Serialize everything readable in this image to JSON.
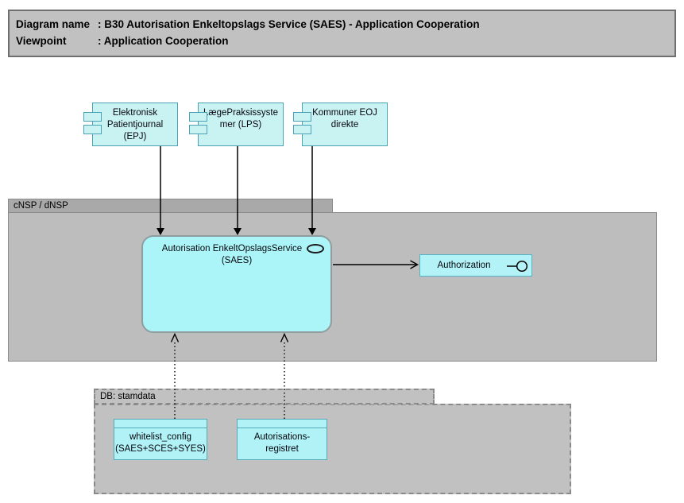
{
  "title_block": {
    "rows": [
      {
        "label": "Diagram name",
        "value": ": B30 Autorisation Enkeltopslags Service (SAES) - Application Cooperation"
      },
      {
        "label": "Viewpoint",
        "value": ": Application Cooperation"
      }
    ]
  },
  "groups": {
    "cnsp": {
      "label": "cNSP / dNSP"
    },
    "db": {
      "label": "DB: stamdata"
    }
  },
  "components": [
    {
      "id": "epj",
      "lines": [
        "Elektronisk",
        "Patientjournal",
        "(EPJ)"
      ]
    },
    {
      "id": "lps",
      "lines": [
        "LægePraksissyste",
        "mer (LPS)"
      ]
    },
    {
      "id": "kommuner-eoj",
      "lines": [
        "Kommuner EOJ",
        "direkte"
      ]
    }
  ],
  "service": {
    "lines": [
      "Autorisation EnkeltOpslagsService",
      "(SAES)"
    ]
  },
  "interface": {
    "label": "Authorization"
  },
  "data_objects": [
    {
      "lines": [
        "whitelist_config",
        "(SAES+SCES+SYES)"
      ]
    },
    {
      "lines": [
        "Autorisations-",
        "registret"
      ]
    }
  ],
  "connections": [
    {
      "from": "Elektronisk Patientjournal (EPJ)",
      "to": "Autorisation EnkeltOpslagsService (SAES)",
      "style": "solid-filled-arrow"
    },
    {
      "from": "LægePraksissystemer (LPS)",
      "to": "Autorisation EnkeltOpslagsService (SAES)",
      "style": "solid-filled-arrow"
    },
    {
      "from": "Kommuner EOJ direkte",
      "to": "Autorisation EnkeltOpslagsService (SAES)",
      "style": "solid-filled-arrow"
    },
    {
      "from": "Autorisation EnkeltOpslagsService (SAES)",
      "to": "Authorization",
      "style": "solid-open-arrow"
    },
    {
      "from": "whitelist_config (SAES+SCES+SYES)",
      "to": "Autorisation EnkeltOpslagsService (SAES)",
      "style": "dotted-open-arrow"
    },
    {
      "from": "Autorisations-registret",
      "to": "Autorisation EnkeltOpslagsService (SAES)",
      "style": "dotted-open-arrow"
    }
  ],
  "colors": {
    "component_fill": "#c9f2f2",
    "component_border": "#4da1b5",
    "service_fill": "#abf5f8",
    "service_border": "#8f9d9f",
    "interface_fill": "#b3f3f7",
    "interface_border": "#54b4c4",
    "group_header_fill": "#a9a9a9",
    "group_body_fill": "#bdbdbd",
    "db_group_fill": "#c1c1c1",
    "title_fill": "#c1c1c1",
    "connector": "#000000"
  }
}
